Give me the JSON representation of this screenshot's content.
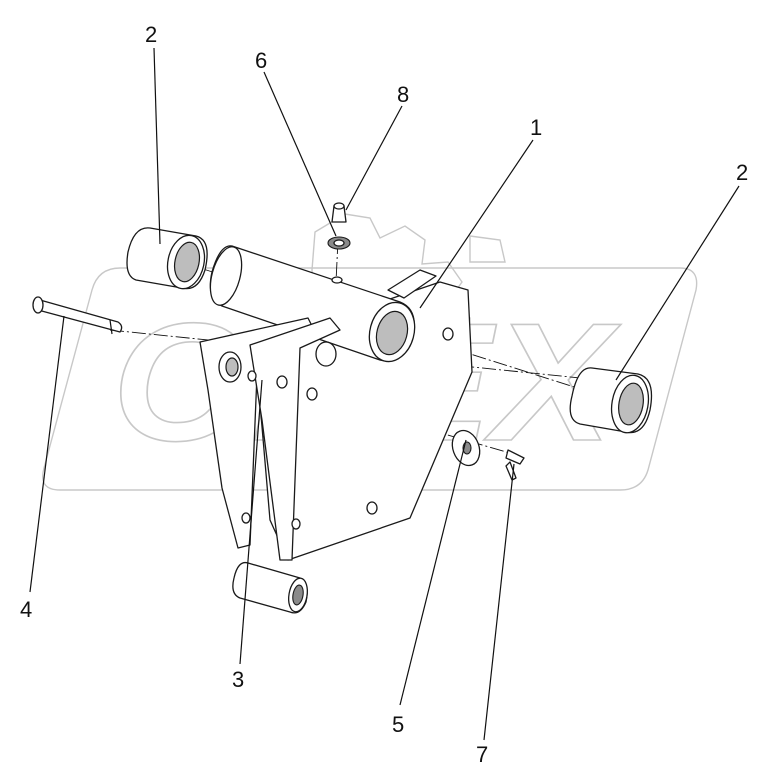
{
  "watermark": {
    "text": "OPEX",
    "color": "#c8c8c8"
  },
  "callouts": [
    {
      "id": "callout-1",
      "label": "1"
    },
    {
      "id": "callout-2-left",
      "label": "2"
    },
    {
      "id": "callout-2-right",
      "label": "2"
    },
    {
      "id": "callout-3",
      "label": "3"
    },
    {
      "id": "callout-4",
      "label": "4"
    },
    {
      "id": "callout-5",
      "label": "5"
    },
    {
      "id": "callout-6",
      "label": "6"
    },
    {
      "id": "callout-7",
      "label": "7"
    },
    {
      "id": "callout-8",
      "label": "8"
    }
  ]
}
